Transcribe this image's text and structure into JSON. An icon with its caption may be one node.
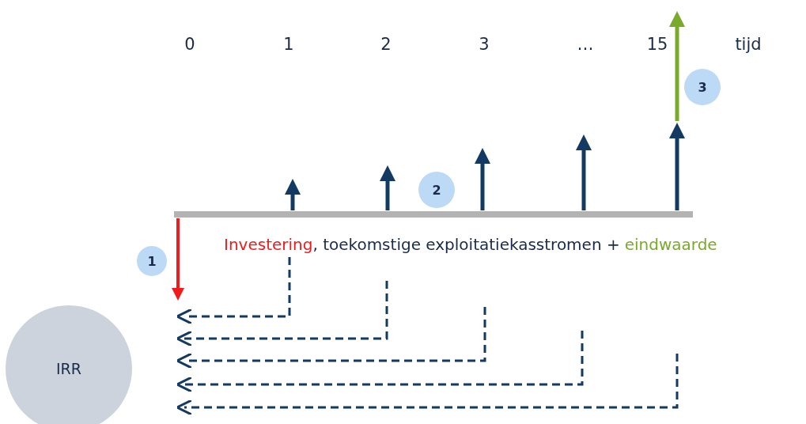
{
  "diagram": {
    "nodes": [
      {
        "text": [
          "1"
        ]
      },
      {
        "text": [
          "2"
        ]
      },
      {
        "text": [
          "3"
        ]
      },
      {
        "text": [
          "IRR"
        ]
      }
    ],
    "labels": [
      "0",
      "1",
      "2",
      "3",
      "…",
      "15",
      "tijd",
      "Investering",
      ", toekomstige exploitatiekasstromen +",
      "eindwaarde"
    ]
  }
}
